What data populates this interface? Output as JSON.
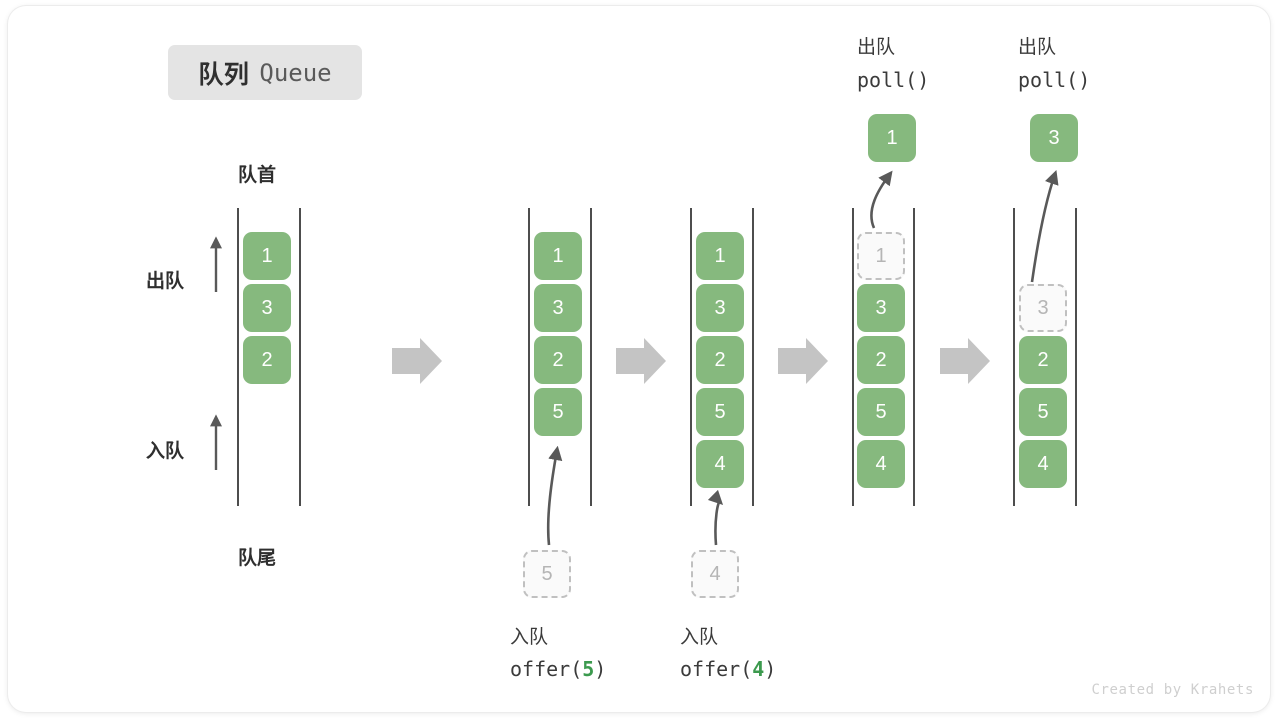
{
  "title": {
    "cn": "队列",
    "en": "Queue"
  },
  "labels": {
    "front": "队首",
    "rear": "队尾",
    "dequeue": "出队",
    "enqueue": "入队"
  },
  "watermark": "Created by Krahets",
  "colors": {
    "cell_green": "#86b97e",
    "ghost_border": "#c0c0c0",
    "ghost_fill": "#fafafa",
    "ghost_text": "#b5b5b5",
    "rail": "#4d4d4d",
    "arrow_gray": "#c4c4c4",
    "curve_arrow": "#595959",
    "accent_code": "#3c9a4e",
    "chip_bg": "#e4e4e4"
  },
  "steps": [
    {
      "id": "initial",
      "cells": [
        "1",
        "3",
        "2"
      ],
      "ghost_in_queue": null,
      "ghost_below": null,
      "popped": null,
      "caption_cn": "",
      "caption_code": "",
      "header_cn": "",
      "header_code": ""
    },
    {
      "id": "offer-5",
      "cells": [
        "1",
        "3",
        "2",
        "5"
      ],
      "ghost_in_queue": null,
      "ghost_below": "5",
      "popped": null,
      "caption_cn": "入队",
      "caption_code_pre": "offer(",
      "caption_code_arg": "5",
      "caption_code_post": ")",
      "header_cn": "",
      "header_code": ""
    },
    {
      "id": "offer-4",
      "cells": [
        "1",
        "3",
        "2",
        "5",
        "4"
      ],
      "ghost_in_queue": null,
      "ghost_below": "4",
      "popped": null,
      "caption_cn": "入队",
      "caption_code_pre": "offer(",
      "caption_code_arg": "4",
      "caption_code_post": ")",
      "header_cn": "",
      "header_code": ""
    },
    {
      "id": "poll-1",
      "cells": [
        "3",
        "2",
        "5",
        "4"
      ],
      "ghost_in_queue": "1",
      "ghost_below": null,
      "popped": "1",
      "caption_cn": "",
      "caption_code": "",
      "header_cn": "出队",
      "header_code": "poll()"
    },
    {
      "id": "poll-3",
      "cells": [
        "2",
        "5",
        "4"
      ],
      "ghost_in_queue": "3",
      "ghost_below": null,
      "popped": "3",
      "caption_cn": "",
      "caption_code": "",
      "header_cn": "出队",
      "header_code": "poll()"
    }
  ],
  "chart_data": {
    "type": "diagram",
    "title": "队列 Queue",
    "description": "Queue FIFO operations: offer and poll",
    "sequence": [
      {
        "state": [
          "1",
          "3",
          "2"
        ],
        "operation": null
      },
      {
        "state": [
          "1",
          "3",
          "2",
          "5"
        ],
        "operation": "offer(5)"
      },
      {
        "state": [
          "1",
          "3",
          "2",
          "5",
          "4"
        ],
        "operation": "offer(4)"
      },
      {
        "state": [
          "3",
          "2",
          "5",
          "4"
        ],
        "operation": "poll()",
        "returns": "1"
      },
      {
        "state": [
          "2",
          "5",
          "4"
        ],
        "operation": "poll()",
        "returns": "3"
      }
    ]
  }
}
